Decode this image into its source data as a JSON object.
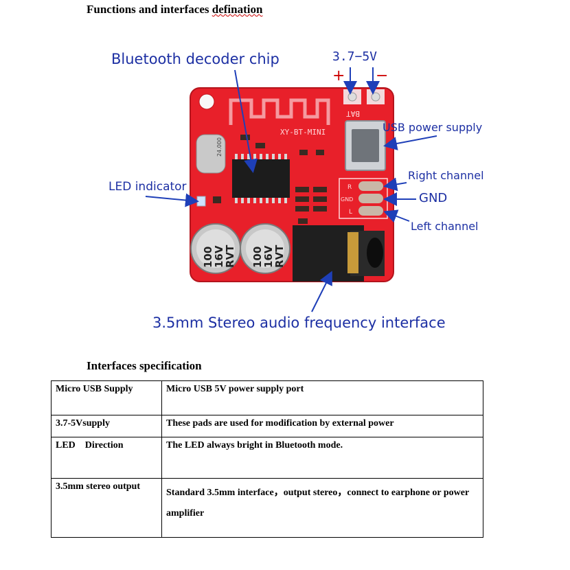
{
  "headings": {
    "functions_prefix": "Functions and interfaces ",
    "functions_misspelled": "defination",
    "spec": "Interfaces specification"
  },
  "board": {
    "silkscreen_model": "XY-BT-MINI",
    "silkscreen_bat": "BAT",
    "crystal": "24.000",
    "cap_left": [
      "100",
      "16V",
      "RVT"
    ],
    "cap_right": [
      "100",
      "16V",
      "RVT"
    ],
    "pad_r": "R",
    "pad_gnd": "GND",
    "pad_l": "L"
  },
  "callouts": {
    "chip": "Bluetooth decoder chip",
    "voltage": "3.7−5V",
    "plus": "+",
    "minus": "−",
    "usb": "USB power supply",
    "led": "LED indicator",
    "right": "Right channel",
    "gnd": "GND",
    "left": "Left channel",
    "jack": "3.5mm Stereo audio frequency interface"
  },
  "table": {
    "rows": [
      {
        "name": "Micro USB Supply",
        "desc": "Micro USB 5V power supply port"
      },
      {
        "name": "3.7-5Vsupply",
        "desc": "These pads are used for modification by external power"
      },
      {
        "name": "LED    Direction",
        "desc": "The LED always bright in Bluetooth mode."
      },
      {
        "name": "3.5mm stereo output",
        "desc": "Standard 3.5mm interface，output stereo，connect to earphone or power amplifier"
      }
    ]
  },
  "colors": {
    "pcb": "#e8202a",
    "label": "#1c2fa3",
    "arrow": "#1e3fb8"
  }
}
